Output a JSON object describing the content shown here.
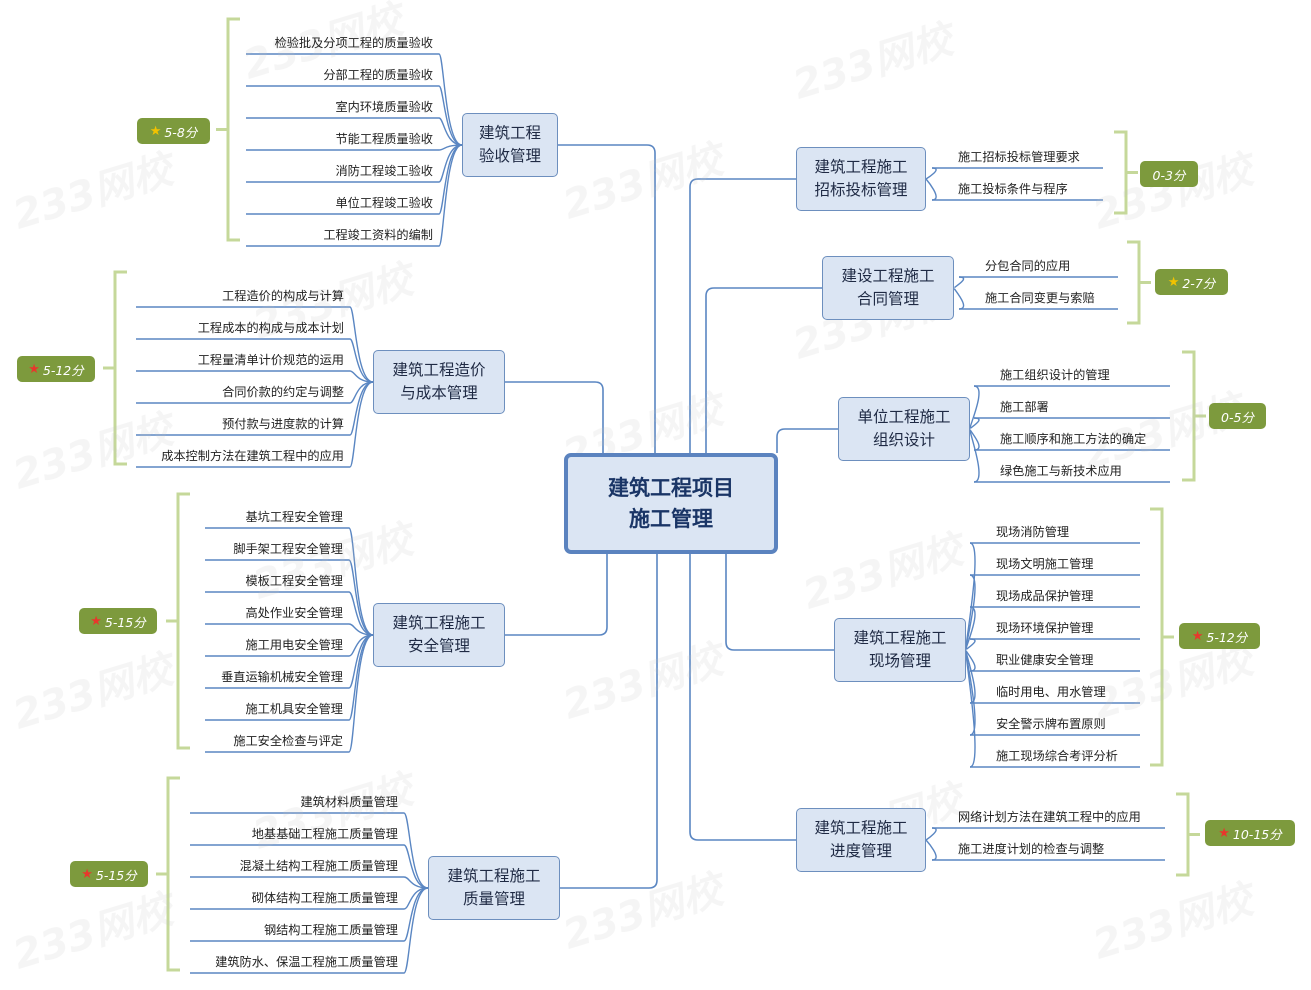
{
  "central": "建筑工程项目\n施工管理",
  "colors": {
    "branch_line": "#5a86c2",
    "node_fill": "#dbe5f3",
    "node_border": "#6d8fbe",
    "bracket": "#c5d89a",
    "badge": "#7d9a3d",
    "star_gold": "#f2c200",
    "star_red": "#e8372c"
  },
  "watermark": "233网校",
  "branches": [
    {
      "id": "left-1",
      "label": "建筑工程\n验收管理",
      "score": "5-8分",
      "star": "gold",
      "items": [
        "检验批及分项工程的质量验收",
        "分部工程的质量验收",
        "室内环境质量验收",
        "节能工程质量验收",
        "消防工程竣工验收",
        "单位工程竣工验收",
        "工程竣工资料的编制"
      ]
    },
    {
      "id": "left-2",
      "label": "建筑工程造价\n与成本管理",
      "score": "5-12分",
      "star": "red",
      "items": [
        "工程造价的构成与计算",
        "工程成本的构成与成本计划",
        "工程量清单计价规范的运用",
        "合同价款的约定与调整",
        "预付款与进度款的计算",
        "成本控制方法在建筑工程中的应用"
      ]
    },
    {
      "id": "left-3",
      "label": "建筑工程施工\n安全管理",
      "score": "5-15分",
      "star": "red",
      "items": [
        "基坑工程安全管理",
        "脚手架工程安全管理",
        "模板工程安全管理",
        "高处作业安全管理",
        "施工用电安全管理",
        "垂直运输机械安全管理",
        "施工机具安全管理",
        "施工安全检查与评定"
      ]
    },
    {
      "id": "left-4",
      "label": "建筑工程施工\n质量管理",
      "score": "5-15分",
      "star": "red",
      "items": [
        "建筑材料质量管理",
        "地基基础工程施工质量管理",
        "混凝土结构工程施工质量管理",
        "砌体结构工程施工质量管理",
        "钢结构工程施工质量管理",
        "建筑防水、保温工程施工质量管理"
      ]
    },
    {
      "id": "right-1",
      "label": "建筑工程施工\n招标投标管理",
      "score": "0-3分",
      "star": "",
      "items": [
        "施工招标投标管理要求",
        "施工投标条件与程序"
      ]
    },
    {
      "id": "right-2",
      "label": "建设工程施工\n合同管理",
      "score": "2-7分",
      "star": "gold",
      "items": [
        "分包合同的应用",
        "施工合同变更与索赔"
      ]
    },
    {
      "id": "right-3",
      "label": "单位工程施工\n组织设计",
      "score": "0-5分",
      "star": "",
      "items": [
        "施工组织设计的管理",
        "施工部署",
        "施工顺序和施工方法的确定",
        "绿色施工与新技术应用"
      ]
    },
    {
      "id": "right-4",
      "label": "建筑工程施工\n现场管理",
      "score": "5-12分",
      "star": "red",
      "items": [
        "现场消防管理",
        "现场文明施工管理",
        "现场成品保护管理",
        "现场环境保护管理",
        "职业健康安全管理",
        "临时用电、用水管理",
        "安全警示牌布置原则",
        "施工现场综合考评分析"
      ]
    },
    {
      "id": "right-5",
      "label": "建筑工程施工\n进度管理",
      "score": "10-15分",
      "star": "red",
      "items": [
        "网络计划方法在建筑工程中的应用",
        "施工进度计划的检查与调整"
      ]
    }
  ]
}
